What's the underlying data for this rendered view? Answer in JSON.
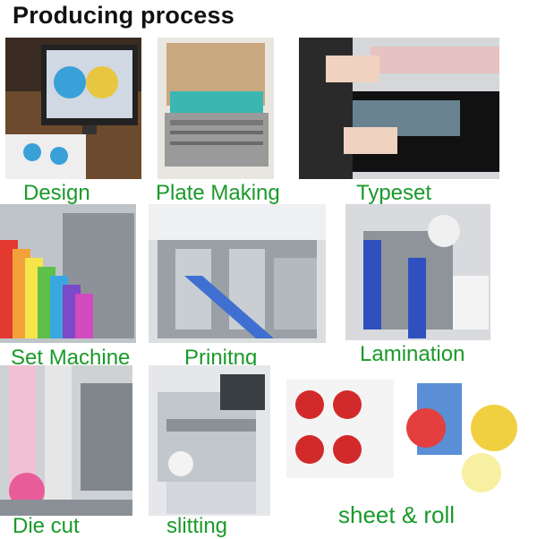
{
  "title": "Producing process",
  "steps": [
    {
      "label": "Design"
    },
    {
      "label": "Plate Making"
    },
    {
      "label": "Typeset"
    },
    {
      "label": "Set Machine"
    },
    {
      "label": "Prinitng"
    },
    {
      "label": "Lamination"
    },
    {
      "label": "Die cut"
    },
    {
      "label": "slitting"
    },
    {
      "label": "sheet & roll"
    }
  ],
  "colors": {
    "caption": "#1a9a2a",
    "title": "#111111"
  }
}
